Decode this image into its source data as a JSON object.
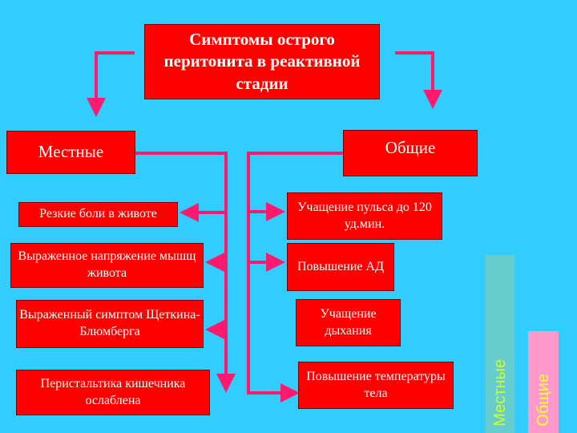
{
  "diagram": {
    "title": "Симптомы острого перитонита в реактивной стадии",
    "local": {
      "heading": "Местные",
      "items": [
        "Резкие боли в животе",
        "Выраженное напряжение мышщ живота",
        "Выраженный симптом Щеткина-Блюмберга",
        "Перистальтика кишечника ослаблена"
      ]
    },
    "general": {
      "heading": "Общие",
      "items": [
        "Учащение пульса до 120 уд.мин.",
        "Повышение АД",
        "Учащение дыхания",
        "Повышение температуры тела"
      ]
    }
  },
  "legend": {
    "local_label": "Местные",
    "general_label": "Общие"
  },
  "colors": {
    "background": "#33ccff",
    "box_fill": "#ff0000",
    "connector": "#ff1a6e",
    "legend_local": "#66cccc",
    "legend_general": "#ff99cc",
    "legend_local_text": "#ccff33",
    "legend_general_text": "#ffff33"
  }
}
